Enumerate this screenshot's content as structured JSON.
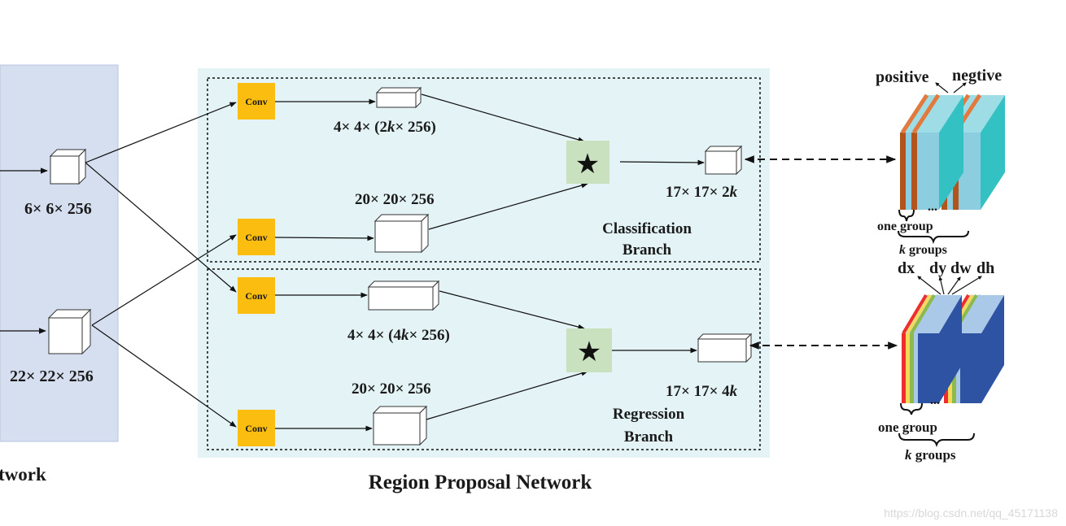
{
  "colors": {
    "backbone_bg": "#d6dff0",
    "rpn_bg": "#e3f3f6",
    "conv_fill": "#fbbd0f",
    "xcorr_fill": "#c9e1bf",
    "cls_positive": "#e27a3e",
    "cls_dark": "#b2541d",
    "cls_light": "#8ccde0",
    "cls_face": "#33c1c4",
    "reg_red": "#ee2d2d",
    "reg_yellow": "#f6d85a",
    "reg_green": "#8cbb4c",
    "reg_light": "#aac8e8",
    "reg_face": "#2e53a2"
  },
  "backbone": {
    "input_top_label": "6× 6× 256",
    "input_bottom_label": "22× 22× 256",
    "title_fragment": "twork"
  },
  "rpn": {
    "title": "Region Proposal Network",
    "conv_label": "Conv",
    "cls": {
      "kernel_label_pre": "4× 4× (2",
      "kernel_label_k": "k",
      "kernel_label_post": "× 256)",
      "search_label": "20× 20× 256",
      "output_label_pre": "17× 17× 2",
      "output_label_k": "k",
      "branch_line1": "Classification",
      "branch_line2": "Branch",
      "star": "★"
    },
    "reg": {
      "kernel_label_pre": "4× 4× (4",
      "kernel_label_k": "k",
      "kernel_label_post": "× 256)",
      "search_label": "20× 20× 256",
      "output_label_pre": "17× 17× 4",
      "output_label_k": "k",
      "branch_line1": "Regression",
      "branch_line2": "Branch",
      "star": "★"
    }
  },
  "outputs": {
    "cls": {
      "positive": "positive",
      "negtive": "negtive",
      "dots": "...",
      "one_group": "one group",
      "k_groups_k": "k",
      "k_groups_rest": " groups"
    },
    "reg": {
      "dx": "dx",
      "dy": "dy",
      "dw": "dw",
      "dh": "dh",
      "dots": "...",
      "one_group": "one group",
      "k_groups_k": "k",
      "k_groups_rest": " groups"
    }
  },
  "watermark": "https://blog.csdn.net/qq_45171138"
}
